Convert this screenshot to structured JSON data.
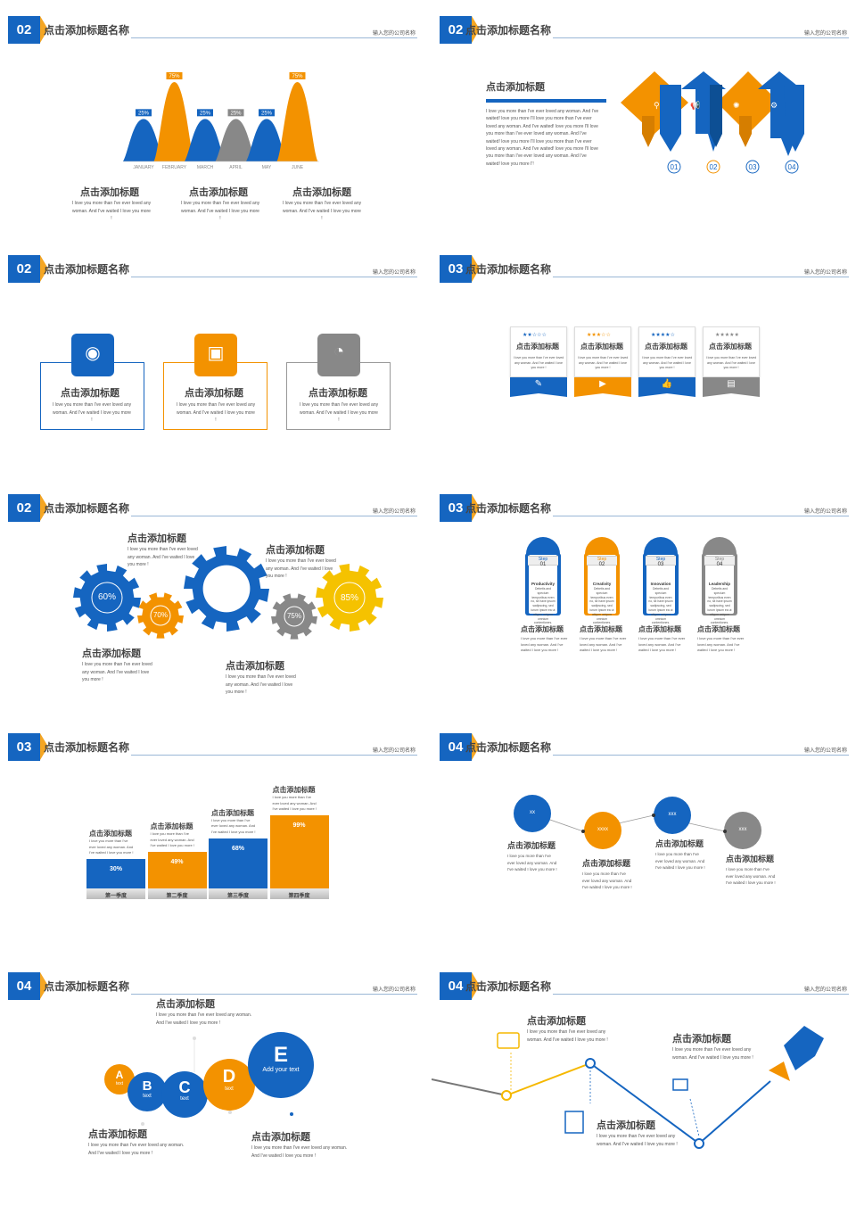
{
  "common": {
    "title": "点击添加标题名称",
    "company": "输入您的公司名称",
    "heading": "点击添加标题",
    "body_short": "I love you more than I've ever loved any woman. And I've waited I love you more !",
    "body_line1": "I love you more than I've ever loved any woman.",
    "body_line2": "And I've waited I love you more !"
  },
  "slide1": {
    "badge": "02",
    "chart_data": {
      "type": "area",
      "categories": [
        "JANUARY",
        "FEBRUARY",
        "MARCH",
        "APRIL",
        "MAY",
        "JUNE"
      ],
      "values": [
        25,
        75,
        25,
        25,
        25,
        75
      ],
      "labels": [
        "25%",
        "75%",
        "25%",
        "25%",
        "25%",
        "75%"
      ],
      "colors": [
        "#1565c0",
        "#f39200",
        "#1565c0",
        "#888888",
        "#1565c0",
        "#f39200"
      ]
    }
  },
  "slide2": {
    "badge": "02",
    "body": "I love you more than I've ever loved any woman. And I've waited! love you more I'll love you more than I've ever loved any woman. And I've waited! love you more I'll love you more than I've ever loved any woman. And I've waited! love you more I'll love you more than I've ever loved any woman. And I've waited! love you more I'll love you more than I've ever loved any woman. And I've waited! love you more I'!",
    "steps": [
      "01",
      "02",
      "03",
      "04"
    ]
  },
  "slide3": {
    "badge": "02"
  },
  "slide4": {
    "badge": "03",
    "stars": [
      "★★☆☆☆",
      "★★★☆☆",
      "★★★★☆",
      "★★★★★"
    ]
  },
  "slide5": {
    "badge": "02",
    "gears": [
      "60%",
      "70%",
      "75%",
      "85%"
    ]
  },
  "slide6": {
    "badge": "03",
    "cards": [
      {
        "step": "Step",
        "num": "01",
        "name": "Productivity"
      },
      {
        "step": "Step",
        "num": "02",
        "name": "Creativity"
      },
      {
        "step": "Step",
        "num": "03",
        "name": "Innovation"
      },
      {
        "step": "Step",
        "num": "04",
        "name": "Leadership"
      }
    ],
    "card_text": "Debetis and specium temporibus even no, sit have ipsum sadipscing, sed iurum ipsum ea ut atiqum asiqum omnium contentiones."
  },
  "slide7": {
    "badge": "03",
    "chart_data": {
      "type": "bar",
      "categories": [
        "第一季度",
        "第二季度",
        "第三季度",
        "第四季度"
      ],
      "values": [
        30,
        49,
        68,
        99
      ],
      "labels": [
        "30%",
        "49%",
        "68%",
        "99%"
      ]
    }
  },
  "slide8": {
    "badge": "04",
    "nodes": [
      "xx",
      "xxxx",
      "xxx",
      "xxx"
    ]
  },
  "slide9": {
    "badge": "04",
    "circles": [
      {
        "letter": "A",
        "text": "text"
      },
      {
        "letter": "B",
        "text": "text"
      },
      {
        "letter": "C",
        "text": "text"
      },
      {
        "letter": "D",
        "text": "text"
      },
      {
        "letter": "E",
        "text": "Add your text"
      }
    ]
  },
  "slide10": {
    "badge": "04"
  }
}
